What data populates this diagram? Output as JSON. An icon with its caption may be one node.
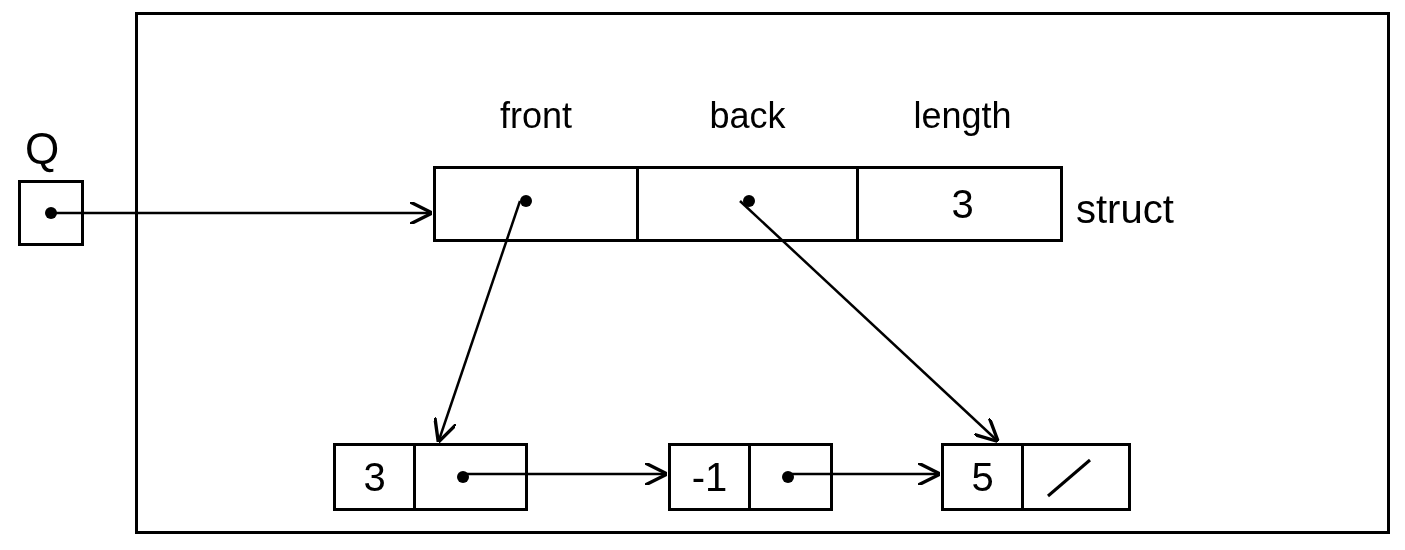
{
  "diagram": {
    "nodes": [
      {
        "text": [],
        "shape": "box"
      },
      {
        "text": [
          "Q"
        ]
      },
      {
        "text": [],
        "shape": "box",
        "in": 0,
        "beside": [
          "struct"
        ]
      },
      {
        "text": [
          "front"
        ],
        "in": 2
      },
      {
        "text": [
          "back"
        ],
        "in": 2
      },
      {
        "text": [
          "length",
          "3"
        ],
        "in": 2
      },
      {
        "text": [
          "3"
        ],
        "in": 0
      },
      {
        "text": [
          "-1"
        ],
        "in": 0
      },
      {
        "text": [
          "5"
        ],
        "in": 0
      }
    ],
    "edges": [
      {
        "from": 1,
        "to": 2,
        "arrow": "to"
      },
      {
        "from": 3,
        "to": 6,
        "arrow": "to"
      },
      {
        "from": 4,
        "to": 8,
        "arrow": "to"
      },
      {
        "from": 6,
        "to": 7,
        "arrow": "to"
      },
      {
        "from": 7,
        "to": 8,
        "arrow": "to"
      }
    ]
  }
}
